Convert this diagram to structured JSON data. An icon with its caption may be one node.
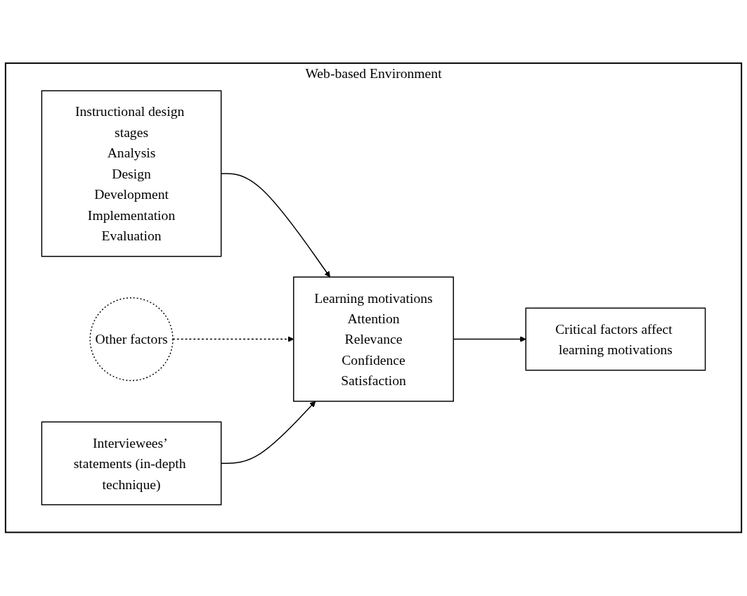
{
  "diagram": {
    "nodes": [
      {
        "text": [
          "Web-based Environment"
        ]
      },
      {
        "text": [
          "Instructional design stages",
          "Analysis",
          "Design",
          "Development",
          "Implementation",
          "Evaluation"
        ],
        "in": 0
      },
      {
        "text": [
          "Other factors"
        ],
        "in": 0
      },
      {
        "text": [
          "Interviewees’ statements (in-depth technique)"
        ],
        "in": 0
      },
      {
        "text": [
          "Learning motivations",
          "Attention",
          "Relevance",
          "Confidence",
          "Satisfaction"
        ],
        "in": 0
      },
      {
        "text": [
          "Critical factors affect learning motivations"
        ],
        "in": 0
      }
    ],
    "edges": [
      {
        "from": 1,
        "to": 4,
        "arrow": "to"
      },
      {
        "from": 2,
        "to": 4,
        "arrow": "to",
        "style": "dashed"
      },
      {
        "from": 3,
        "to": 4,
        "arrow": "to"
      },
      {
        "from": 4,
        "to": 5,
        "arrow": "to"
      }
    ]
  }
}
